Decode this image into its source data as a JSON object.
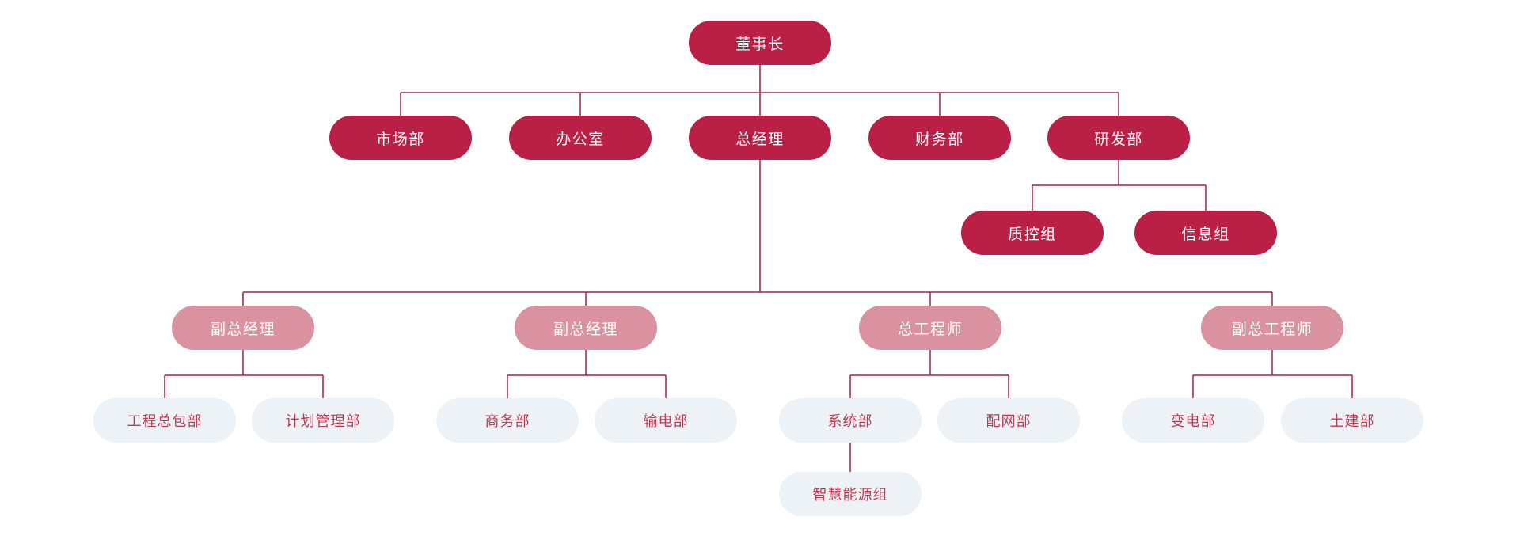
{
  "diagram": {
    "type": "org-chart",
    "colors": {
      "primary": "#BA2046",
      "secondary": "#DA92A1",
      "tertiary_bg": "#EDF2F7",
      "tertiary_text": "#C03B52",
      "connector": "#AB1F40"
    },
    "nodes": [
      {
        "id": "chairman",
        "label": "董事长",
        "variant": "primary"
      },
      {
        "id": "marketing-dept",
        "label": "市场部",
        "variant": "primary"
      },
      {
        "id": "office",
        "label": "办公室",
        "variant": "primary"
      },
      {
        "id": "general-manager",
        "label": "总经理",
        "variant": "primary"
      },
      {
        "id": "finance-dept",
        "label": "财务部",
        "variant": "primary"
      },
      {
        "id": "rd-dept",
        "label": "研发部",
        "variant": "primary"
      },
      {
        "id": "quality-control-group",
        "label": "质控组",
        "variant": "primary"
      },
      {
        "id": "information-group",
        "label": "信息组",
        "variant": "primary"
      },
      {
        "id": "deputy-gm-1",
        "label": "副总经理",
        "variant": "secondary"
      },
      {
        "id": "deputy-gm-2",
        "label": "副总经理",
        "variant": "secondary"
      },
      {
        "id": "chief-engineer",
        "label": "总工程师",
        "variant": "secondary"
      },
      {
        "id": "deputy-chief-engineer",
        "label": "副总工程师",
        "variant": "secondary"
      },
      {
        "id": "epc-dept",
        "label": "工程总包部",
        "variant": "tertiary"
      },
      {
        "id": "plan-management-dept",
        "label": "计划管理部",
        "variant": "tertiary"
      },
      {
        "id": "commerce-dept",
        "label": "商务部",
        "variant": "tertiary"
      },
      {
        "id": "transmission-dept",
        "label": "输电部",
        "variant": "tertiary"
      },
      {
        "id": "system-dept",
        "label": "系统部",
        "variant": "tertiary"
      },
      {
        "id": "distribution-dept",
        "label": "配网部",
        "variant": "tertiary"
      },
      {
        "id": "substation-dept",
        "label": "变电部",
        "variant": "tertiary"
      },
      {
        "id": "civil-dept",
        "label": "土建部",
        "variant": "tertiary"
      },
      {
        "id": "smart-energy-group",
        "label": "智慧能源组",
        "variant": "tertiary"
      }
    ],
    "edges": [
      {
        "from": "chairman",
        "to": [
          "marketing-dept",
          "office",
          "general-manager",
          "finance-dept",
          "rd-dept"
        ]
      },
      {
        "from": "rd-dept",
        "to": [
          "quality-control-group",
          "information-group"
        ]
      },
      {
        "from": "general-manager",
        "to": [
          "deputy-gm-1",
          "deputy-gm-2",
          "chief-engineer",
          "deputy-chief-engineer"
        ]
      },
      {
        "from": "deputy-gm-1",
        "to": [
          "epc-dept",
          "plan-management-dept"
        ]
      },
      {
        "from": "deputy-gm-2",
        "to": [
          "commerce-dept",
          "transmission-dept"
        ]
      },
      {
        "from": "chief-engineer",
        "to": [
          "system-dept",
          "distribution-dept"
        ]
      },
      {
        "from": "deputy-chief-engineer",
        "to": [
          "substation-dept",
          "civil-dept"
        ]
      },
      {
        "from": "system-dept",
        "to": [
          "smart-energy-group"
        ]
      }
    ]
  }
}
